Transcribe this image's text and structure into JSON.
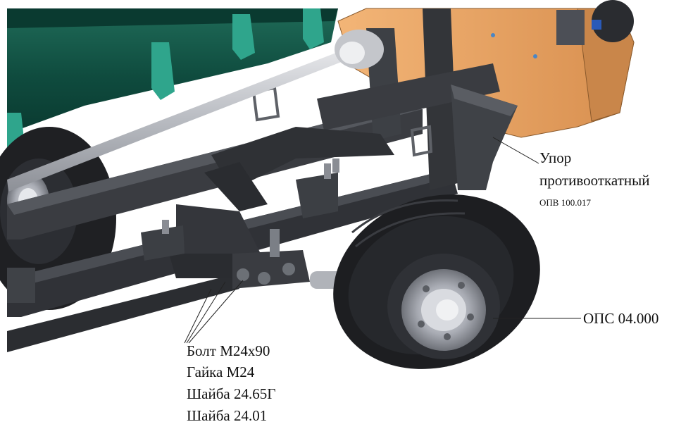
{
  "colors": {
    "frame": "#3a3c41",
    "frame_dark": "#26282c",
    "frame_light": "#55585e",
    "tank": "#0f4b3e",
    "tank_light": "#1f6b58",
    "teal_bracket": "#2fa58c",
    "orange": "#eda766",
    "orange_dark": "#c9864a",
    "tire": "#1d1e21",
    "rim": "#b9bcc4",
    "shaft": "#bfc1c6",
    "leader": "#222222"
  },
  "labels": {
    "stop": {
      "line1": "Упор",
      "line2": "противооткатный",
      "code": "ОПВ 100.017"
    },
    "wheel": {
      "code": "ОПС 04.000"
    },
    "fasteners": {
      "bolt": "Болт М24х90",
      "nut": "Гайка М24",
      "washer_spring": "Шайба 24.65Г",
      "washer": "Шайба 24.01"
    }
  }
}
